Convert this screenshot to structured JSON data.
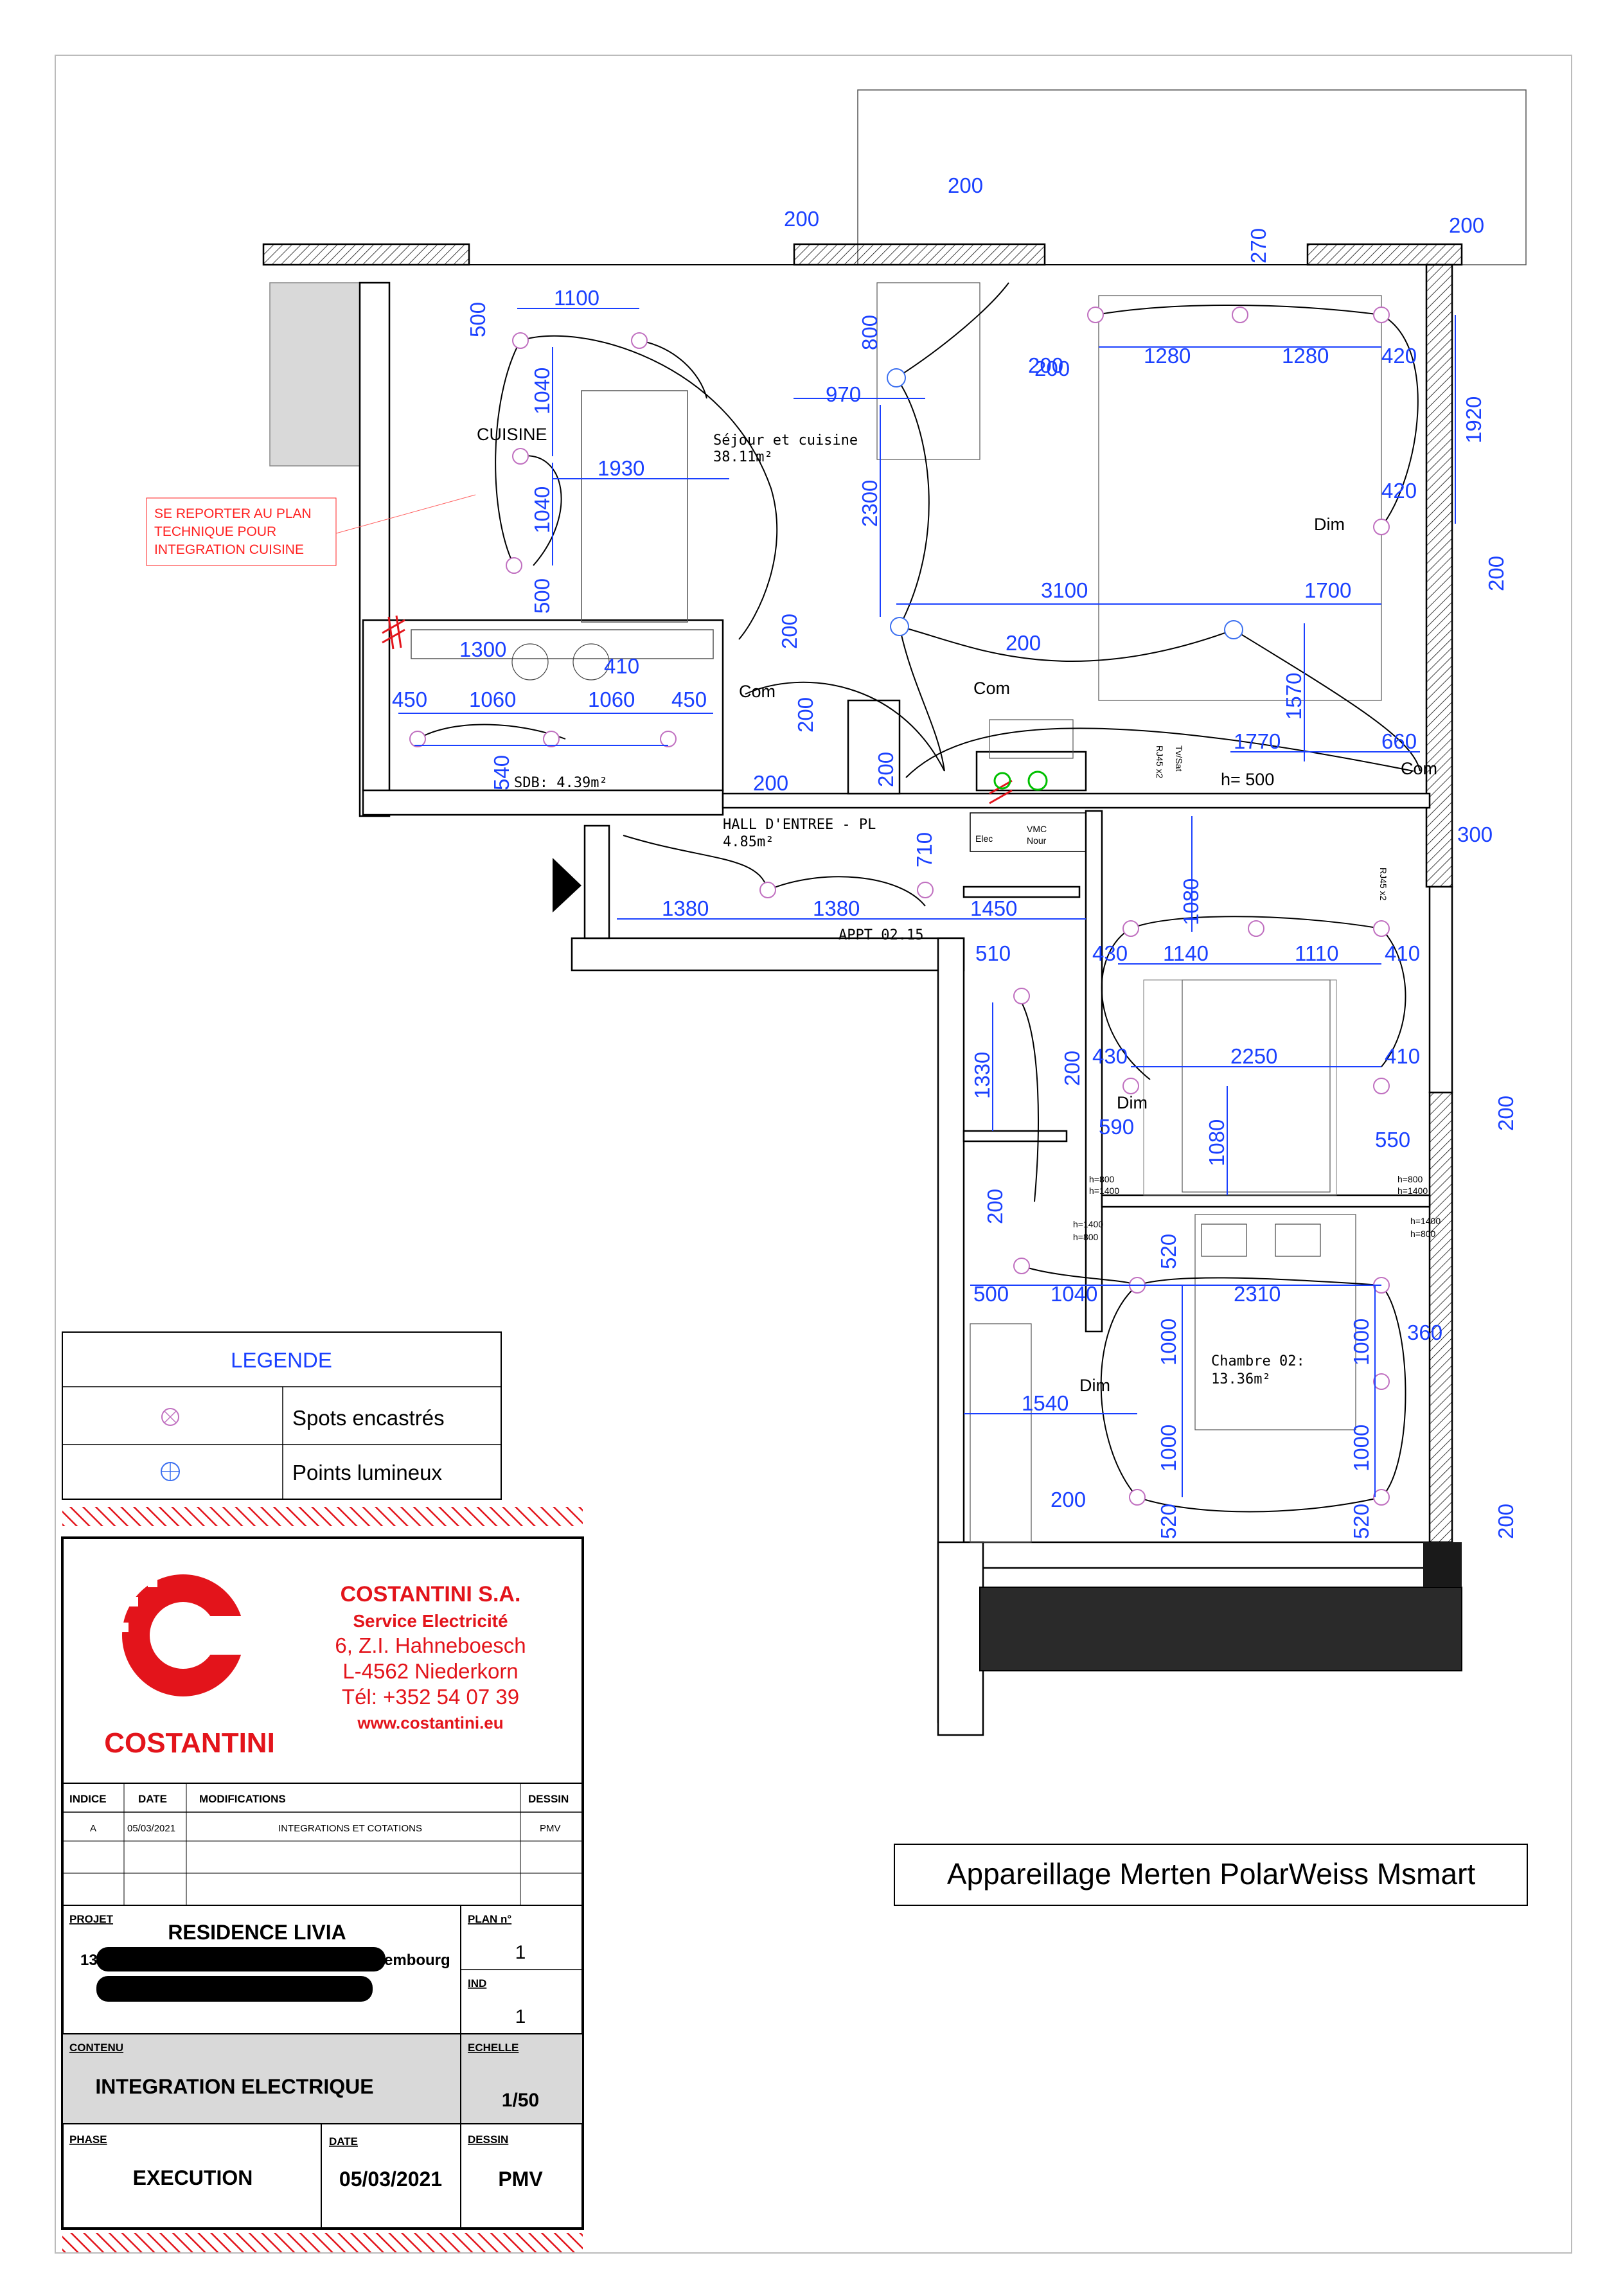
{
  "labels": {
    "kitchen": "CUISINE",
    "living_1": "Séjour et cuisine",
    "living_2": "38.11m²",
    "bath": "SDB: 4.39m²",
    "hall_1": "HALL D'ENTREE - PL",
    "hall_2": "4.85m²",
    "appt": "APPT 02.15",
    "bedroom_1": "Chambre 02:",
    "bedroom_2": "13.36m²",
    "dim_1": "Dim",
    "dim_2": "Dim",
    "dim_3": "Dim",
    "com_1": "Com",
    "com_2": "Com",
    "com_3": "Com",
    "h500": "h= 500",
    "elec": "Elec",
    "vmc": "VMC",
    "nour": "Nour",
    "h800_a": "h=800",
    "h1400_a": "h=1400",
    "h800_b": "h=800",
    "h1400_b": "h=1400",
    "h1400_c": "h=1400",
    "h800_c": "h=800",
    "h1400_d": "h=1400",
    "h800_d": "h=800",
    "rj45_1": "RJ45 x2",
    "rj45_2": "RJ45 x2",
    "tv": "Tv/Sat"
  },
  "note": {
    "line1": "SE REPORTER AU PLAN",
    "line2": "TECHNIQUE POUR",
    "line3": "INTEGRATION CUISINE"
  },
  "dimensions": {
    "d1": "500",
    "d2": "1100",
    "d3": "1040",
    "d4": "1930",
    "d5": "1040",
    "d6": "500",
    "d7": "200",
    "d8": "200",
    "d9": "200",
    "d10": "270",
    "d11": "200",
    "d12": "800",
    "d13": "200",
    "d14": "970",
    "d15": "1280",
    "d16": "1280",
    "d17": "420",
    "d18": "1920",
    "d19": "420",
    "d20": "2300",
    "d21": "3100",
    "d22": "1700",
    "d23": "200",
    "d24": "200",
    "d25": "1300",
    "d26": "410",
    "d27": "450",
    "d28": "1060",
    "d29": "1060",
    "d30": "450",
    "d31": "540",
    "d32": "200",
    "d33": "200",
    "d34": "200",
    "d35": "1570",
    "d36": "1770",
    "d37": "660",
    "d38": "710",
    "d39": "1380",
    "d40": "1380",
    "d41": "1450",
    "d42": "300",
    "d43": "1080",
    "d44": "510",
    "d45": "430",
    "d46": "1140",
    "d47": "1110",
    "d48": "410",
    "d49": "430",
    "d50": "2250",
    "d51": "410",
    "d52": "1330",
    "d53": "200",
    "d54": "590",
    "d55": "1080",
    "d56": "550",
    "d57": "200",
    "d58": "200",
    "d59": "520",
    "d60": "500",
    "d61": "1040",
    "d62": "2310",
    "d63": "1000",
    "d64": "1000",
    "d65": "360",
    "d66": "1540",
    "d67": "1000",
    "d68": "1000",
    "d69": "200",
    "d70": "520",
    "d71": "520",
    "d72": "200",
    "d73": "200"
  },
  "legend": {
    "title": "LEGENDE",
    "items": [
      {
        "label": "Spots encastrés",
        "icon": "recessed-spot-icon"
      },
      {
        "label": "Points lumineux",
        "icon": "light-point-icon"
      }
    ]
  },
  "fixture_title": "Appareillage Merten PolarWeiss Msmart",
  "company": {
    "brand": "COSTANTINI",
    "name": "COSTANTINI S.A.",
    "service": "Service Electricité",
    "address1": "6, Z.I. Hahneboesch",
    "address2": "L-4562 Niederkorn",
    "phone": "Tél: +352 54 07 39",
    "web": "www.costantini.eu",
    "colors": {
      "brand_red": "#e3141b"
    }
  },
  "revisions": {
    "headers": [
      "INDICE",
      "DATE",
      "MODIFICATIONS",
      "DESSIN"
    ],
    "rows": [
      {
        "indice": "A",
        "date": "05/03/2021",
        "modif": "INTEGRATIONS ET COTATIONS",
        "dessin": "PMV"
      }
    ]
  },
  "project": {
    "label": "PROJET",
    "name": "RESIDENCE LIVIA",
    "addr_start": "131",
    "addr_end": "embourg",
    "plan_label": "PLAN n°",
    "plan_value": "1",
    "ind_label": "IND",
    "ind_value": "1",
    "contenu_label": "CONTENU",
    "contenu_value": "INTEGRATION ELECTRIQUE",
    "echelle_label": "ECHELLE",
    "echelle_value": "1/50",
    "phase_label": "PHASE",
    "phase_value": "EXECUTION",
    "date_label": "DATE",
    "date_value": "05/03/2021",
    "dessin_label": "DESSIN",
    "dessin_value": "PMV"
  }
}
